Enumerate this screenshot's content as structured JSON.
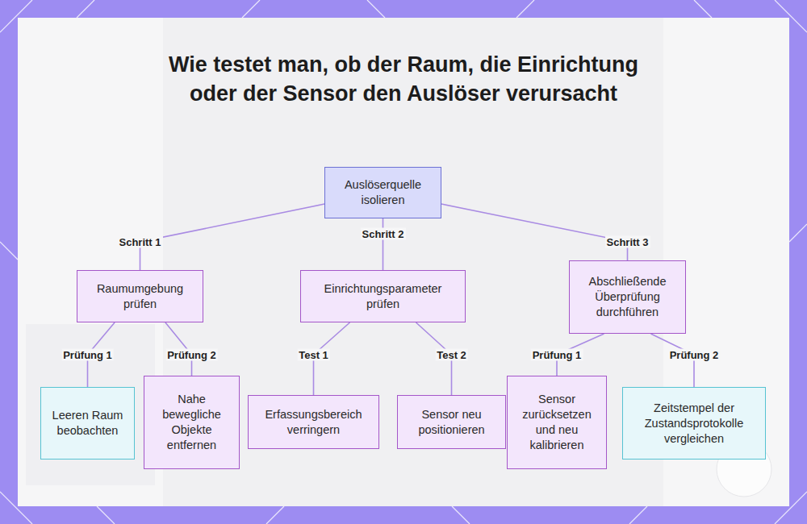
{
  "diagram": {
    "title": "Wie testet man, ob der Raum, die Einrichtung oder der Sensor den Auslöser verursacht",
    "nodes": [
      {
        "text": [
          "Auslöserquelle isolieren"
        ]
      },
      {
        "text": [
          "Raumumgebung prüfen"
        ]
      },
      {
        "text": [
          "Einrichtungsparameter prüfen"
        ]
      },
      {
        "text": [
          "Abschließende Überprüfung durchführen"
        ]
      },
      {
        "text": [
          "Leeren Raum beobachten"
        ]
      },
      {
        "text": [
          "Nahe bewegliche Objekte entfernen"
        ]
      },
      {
        "text": [
          "Erfassungsbereich verringern"
        ]
      },
      {
        "text": [
          "Sensor neu positionieren"
        ]
      },
      {
        "text": [
          "Sensor zurücksetzen und neu kalibrieren"
        ]
      },
      {
        "text": [
          "Zeitstempel der Zustandsprotokolle vergleichen"
        ]
      }
    ],
    "edges": [
      {
        "from": 0,
        "to": 1,
        "label": "Schritt 1",
        "arrow": "none"
      },
      {
        "from": 0,
        "to": 2,
        "label": "Schritt 2",
        "arrow": "none"
      },
      {
        "from": 0,
        "to": 3,
        "label": "Schritt 3",
        "arrow": "none"
      },
      {
        "from": 1,
        "to": 4,
        "label": "Prüfung 1",
        "arrow": "none"
      },
      {
        "from": 1,
        "to": 5,
        "label": "Prüfung 2",
        "arrow": "none"
      },
      {
        "from": 2,
        "to": 6,
        "label": "Test 1",
        "arrow": "none"
      },
      {
        "from": 2,
        "to": 7,
        "label": "Test 2",
        "arrow": "none"
      },
      {
        "from": 3,
        "to": 8,
        "label": "Prüfung 1",
        "arrow": "none"
      },
      {
        "from": 3,
        "to": 9,
        "label": "Prüfung 2",
        "arrow": "none"
      }
    ]
  }
}
